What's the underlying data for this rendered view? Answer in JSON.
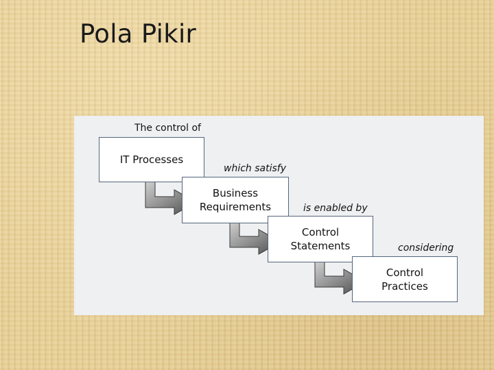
{
  "slide": {
    "title": "Pola Pikir"
  },
  "diagram": {
    "captions": [
      "The control of",
      "which satisfy",
      "is enabled by",
      "considering"
    ],
    "boxes": [
      "IT Processes",
      "Business\nRequirements",
      "Control\nStatements",
      "Control\nPractices"
    ],
    "colors": {
      "box_border": "#55657c",
      "panel_bg": "#eef0f1",
      "arrow_fill": "#8a8a8a"
    }
  }
}
